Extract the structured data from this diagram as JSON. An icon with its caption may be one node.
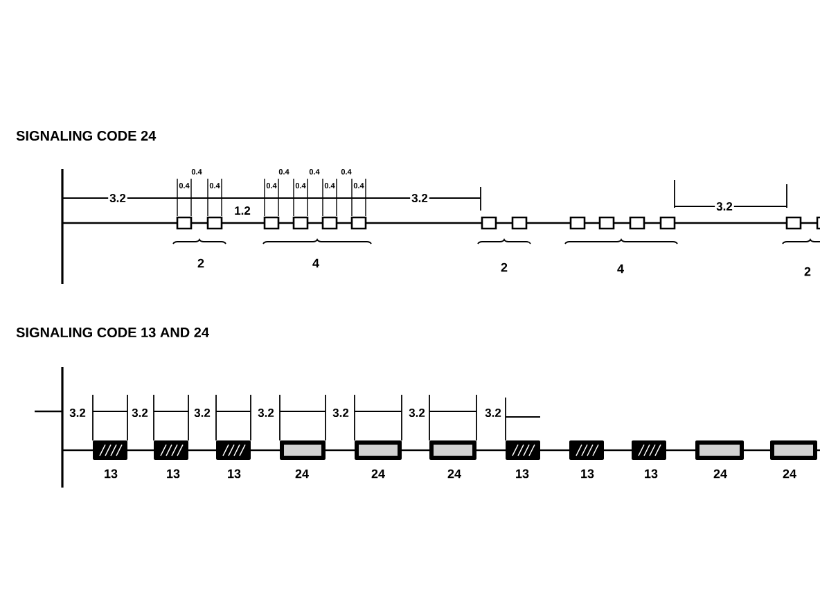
{
  "diagram": {
    "labels": [
      "SIGNALING CODE 24",
      "0.4",
      "0.4",
      "0.4",
      "0.4",
      "0.4",
      "0.4",
      "0.4",
      "0.4",
      "0.4",
      "0.4",
      "3.2",
      "1.2",
      "3.2",
      "3.2",
      "2",
      "4",
      "2",
      "4",
      "2",
      "SIGNALING CODE 13 AND 24",
      "3.2",
      "3.2",
      "3.2",
      "3.2",
      "3.2",
      "3.2",
      "3.2",
      "13",
      "13",
      "13",
      "24",
      "24",
      "24",
      "13",
      "13",
      "13",
      "24",
      "24"
    ]
  }
}
